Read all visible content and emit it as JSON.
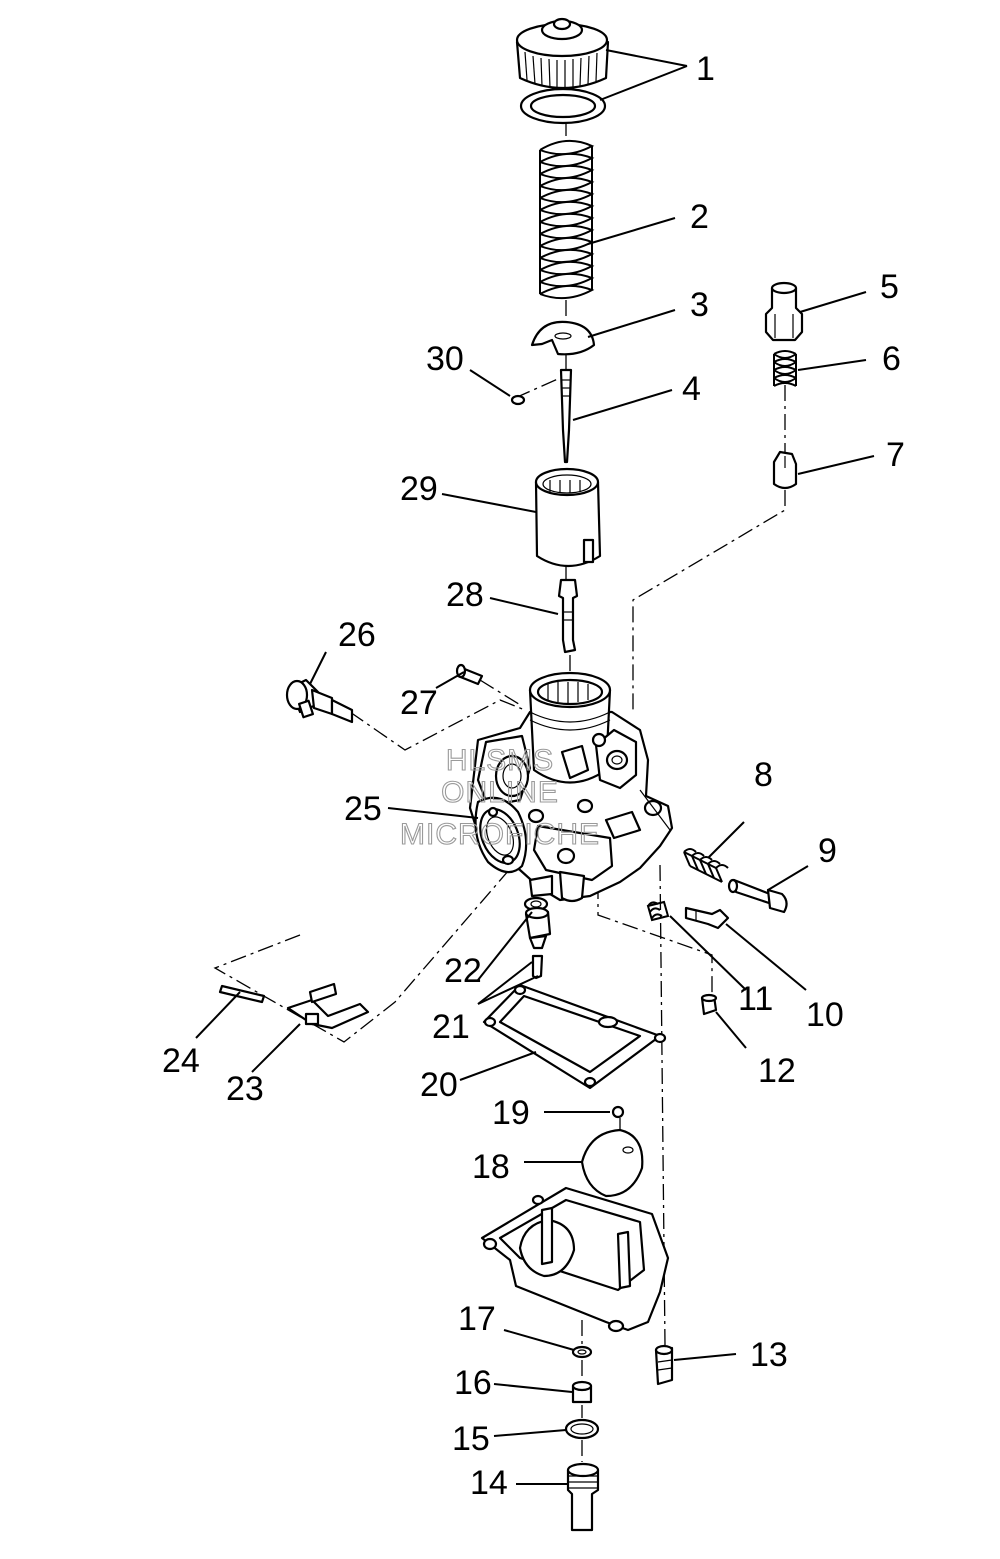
{
  "callouts": [
    "1",
    "2",
    "3",
    "4",
    "5",
    "6",
    "7",
    "8",
    "9",
    "10",
    "11",
    "12",
    "13",
    "14",
    "15",
    "16",
    "17",
    "18",
    "19",
    "20",
    "21",
    "22",
    "23",
    "24",
    "25",
    "26",
    "27",
    "28",
    "29",
    "30"
  ],
  "watermark": [
    "HLSMS",
    "ONLINE",
    "MICROFICHE"
  ],
  "parts": [
    "cap-icon",
    "cap-gasket-icon",
    "throttle-spring-icon",
    "needle-clip-plate-icon",
    "jet-needle-icon",
    "idle-adjust-nut-icon",
    "adjuster-spring-icon",
    "fitting-icon",
    "pilot-spring-icon",
    "pilot-screw-icon",
    "air-screw-icon",
    "air-screw-spring-icon",
    "drain-screw-icon",
    "main-jet-holder-icon",
    "o-ring-icon",
    "main-jet-icon",
    "washer-icon",
    "float-icon",
    "float-pin-icon",
    "float-bowl-gasket-icon",
    "needle-jet-icon",
    "jet-washer-icon",
    "float-arm-icon",
    "arm-pin-icon",
    "intake-flange-icon",
    "choke-plunger-icon",
    "plug-pin-icon",
    "needle-valve-icon",
    "throttle-slide-icon",
    "e-clip-icon",
    "carburetor-body-icon",
    "float-bowl-icon"
  ]
}
